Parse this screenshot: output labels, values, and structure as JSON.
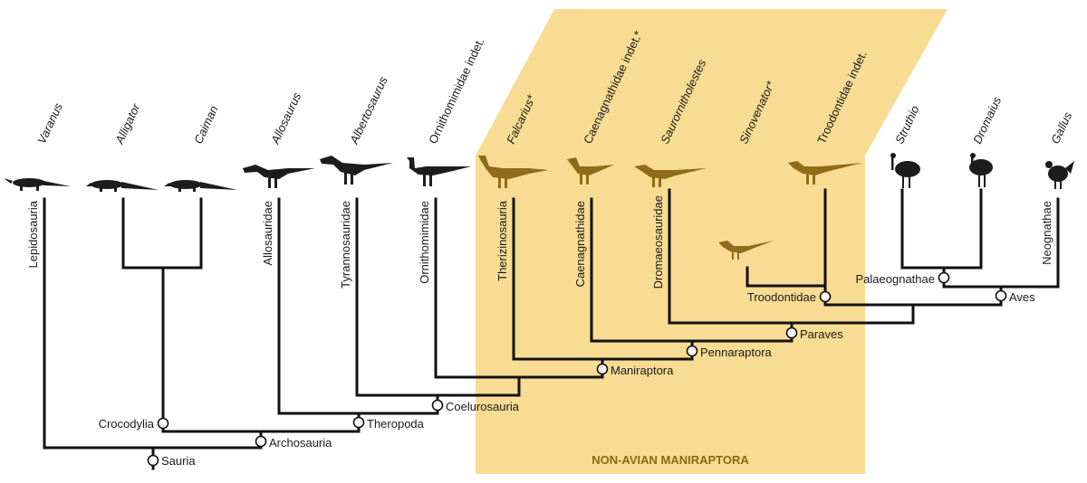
{
  "taxa": [
    {
      "label": "Varanus",
      "highlighted": false
    },
    {
      "label": "Alligator",
      "highlighted": false
    },
    {
      "label": "Caiman",
      "highlighted": false
    },
    {
      "label": "Allosaurus",
      "highlighted": false
    },
    {
      "label": "Albertosaurus",
      "highlighted": false
    },
    {
      "label": "Ornithomimidae indet.",
      "highlighted": false
    },
    {
      "label": "Falcarius*",
      "highlighted": true
    },
    {
      "label": "Caenagnathidae indet.*",
      "highlighted": true
    },
    {
      "label": "Saurornitholestes",
      "highlighted": true
    },
    {
      "label": "Sinovenator*",
      "highlighted": true
    },
    {
      "label": "Troodontidae indet.",
      "highlighted": true
    },
    {
      "label": "Struthio",
      "highlighted": false
    },
    {
      "label": "Dromaius",
      "highlighted": false
    },
    {
      "label": "Gallus",
      "highlighted": false
    }
  ],
  "branch_clades": [
    "Lepidosauria",
    "Allosauridae",
    "Tyrannosauridae",
    "Ornithomimidae",
    "Therizinosauria",
    "Caenagnathidae",
    "Dromaeosauridae",
    "Neognathae"
  ],
  "nodes": [
    "Sauria",
    "Archosauria",
    "Crocodylia",
    "Theropoda",
    "Coelurosauria",
    "Maniraptora",
    "Pennaraptora",
    "Paraves",
    "Troodontidae",
    "Aves",
    "Palaeognathae"
  ],
  "highlight_region": {
    "label": "NON-AVIAN MANIRAPTORA",
    "fill_color": "#f9dc93",
    "text_color": "#8a6a12"
  },
  "silhouette_colors": {
    "default": "#1c1c1c",
    "highlighted": "#8e6c1a"
  }
}
